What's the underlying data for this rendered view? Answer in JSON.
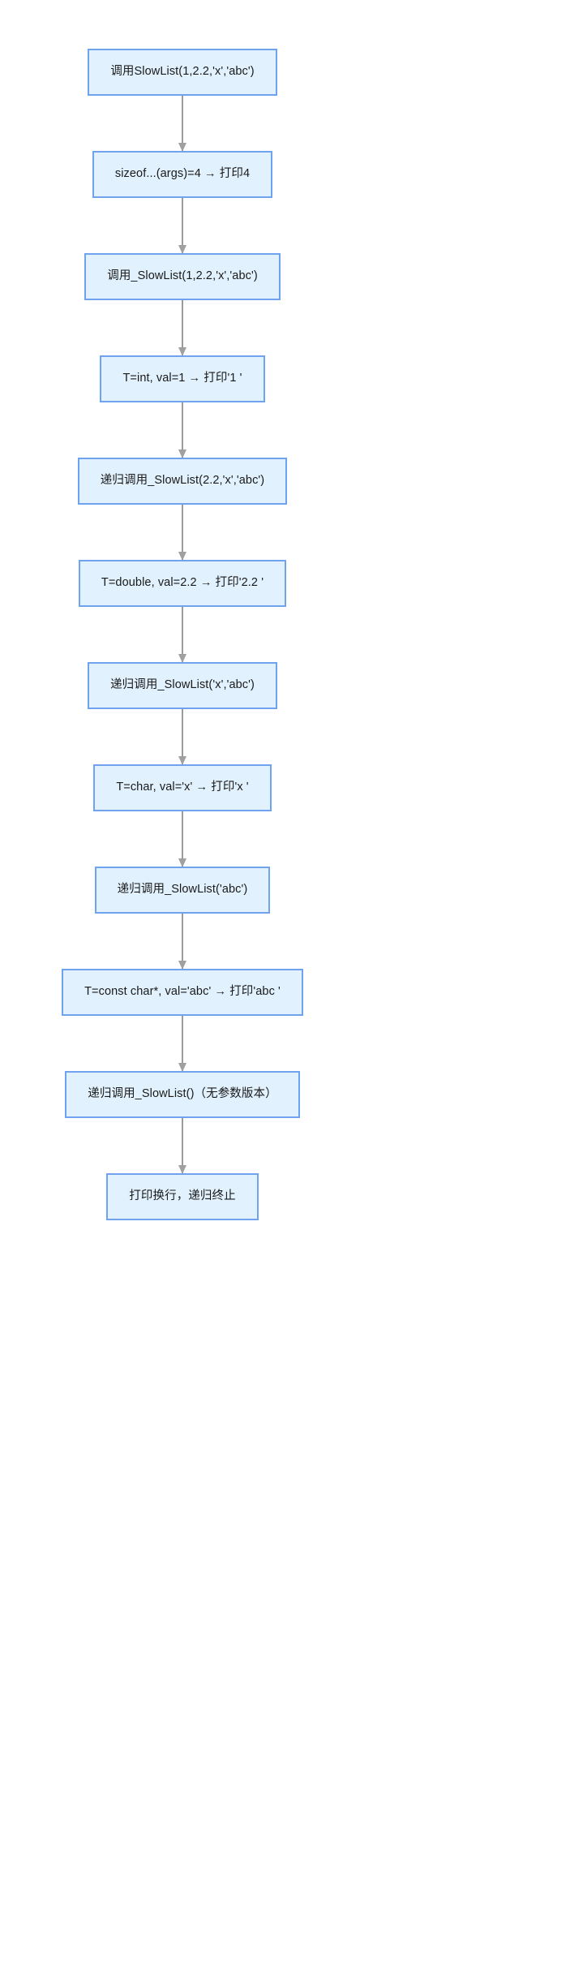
{
  "diagram": {
    "type": "flowchart",
    "orientation": "top-to-bottom",
    "background_color": "#ffffff",
    "node_fill_color": "#e1f1fd",
    "node_border_color": "#6fa2ef",
    "connector_color": "#9b9b9b",
    "text_color": "#1a1a1a",
    "nodes": [
      {
        "id": "n1",
        "label": "调用SlowList(1,2.2,'x','abc')"
      },
      {
        "id": "n2",
        "label": "sizeof...(args)=4 → 打印4"
      },
      {
        "id": "n3",
        "label": "调用_SlowList(1,2.2,'x','abc')"
      },
      {
        "id": "n4",
        "label": "T=int, val=1 → 打印'1 '"
      },
      {
        "id": "n5",
        "label": "递归调用_SlowList(2.2,'x','abc')"
      },
      {
        "id": "n6",
        "label": "T=double, val=2.2 → 打印'2.2 '"
      },
      {
        "id": "n7",
        "label": "递归调用_SlowList('x','abc')"
      },
      {
        "id": "n8",
        "label": "T=char, val='x' → 打印'x '"
      },
      {
        "id": "n9",
        "label": "递归调用_SlowList('abc')"
      },
      {
        "id": "n10",
        "label": "T=const char*, val='abc' → 打印'abc '"
      },
      {
        "id": "n11",
        "label": "递归调用_SlowList()（无参数版本）"
      },
      {
        "id": "n12",
        "label": "打印换行，递归终止"
      }
    ],
    "edges": [
      {
        "from": "n1",
        "to": "n2",
        "arrow": "down"
      },
      {
        "from": "n2",
        "to": "n3",
        "arrow": "down"
      },
      {
        "from": "n3",
        "to": "n4",
        "arrow": "down"
      },
      {
        "from": "n4",
        "to": "n5",
        "arrow": "down"
      },
      {
        "from": "n5",
        "to": "n6",
        "arrow": "down"
      },
      {
        "from": "n6",
        "to": "n7",
        "arrow": "down"
      },
      {
        "from": "n7",
        "to": "n8",
        "arrow": "down"
      },
      {
        "from": "n8",
        "to": "n9",
        "arrow": "down"
      },
      {
        "from": "n9",
        "to": "n10",
        "arrow": "down"
      },
      {
        "from": "n10",
        "to": "n11",
        "arrow": "down"
      },
      {
        "from": "n11",
        "to": "n12",
        "arrow": "down"
      }
    ]
  }
}
